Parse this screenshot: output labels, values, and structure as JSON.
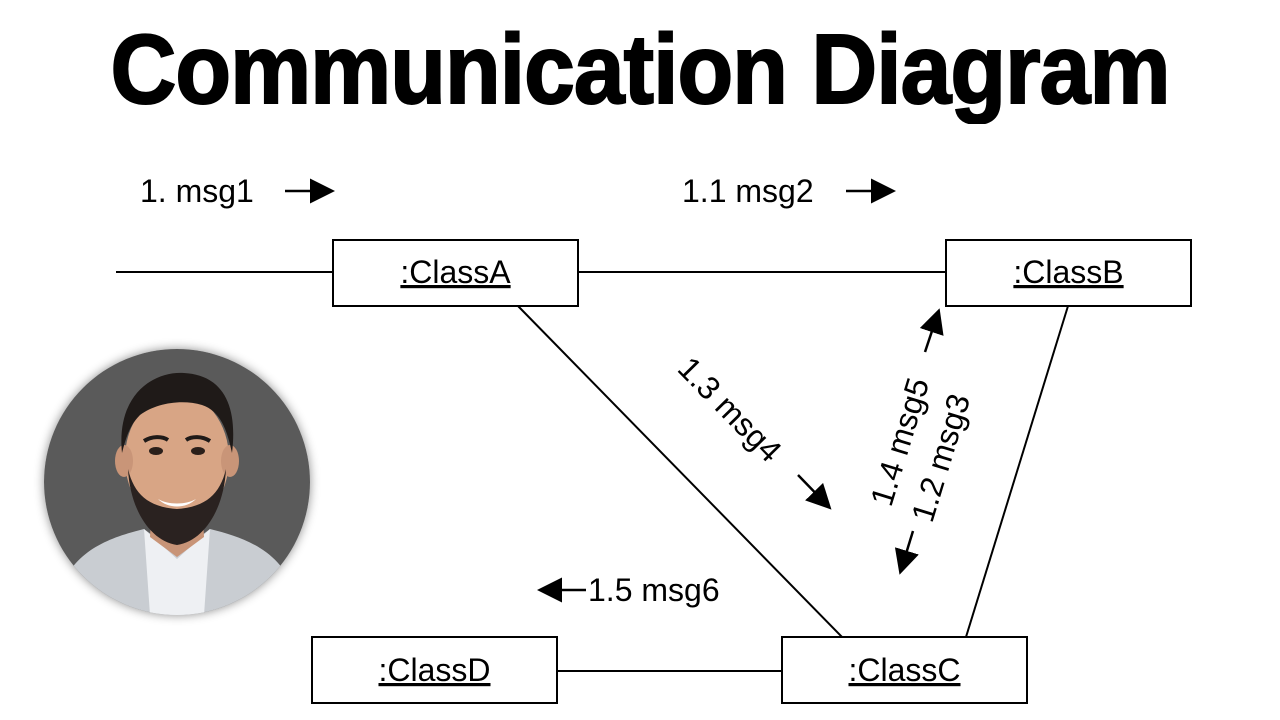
{
  "title": "Communication Diagram",
  "objects": {
    "classA": ":ClassA",
    "classB": ":ClassB",
    "classC": ":ClassC",
    "classD": ":ClassD"
  },
  "messages": {
    "msg1": "1. msg1",
    "msg2": "1.1 msg2",
    "msg3": "1.2 msg3",
    "msg4": "1.3 msg4",
    "msg5": "1.4 msg5",
    "msg6": "1.5 msg6"
  },
  "colors": {
    "line": "#000000",
    "background": "#ffffff",
    "avatar_background": "#5a5a5a"
  }
}
